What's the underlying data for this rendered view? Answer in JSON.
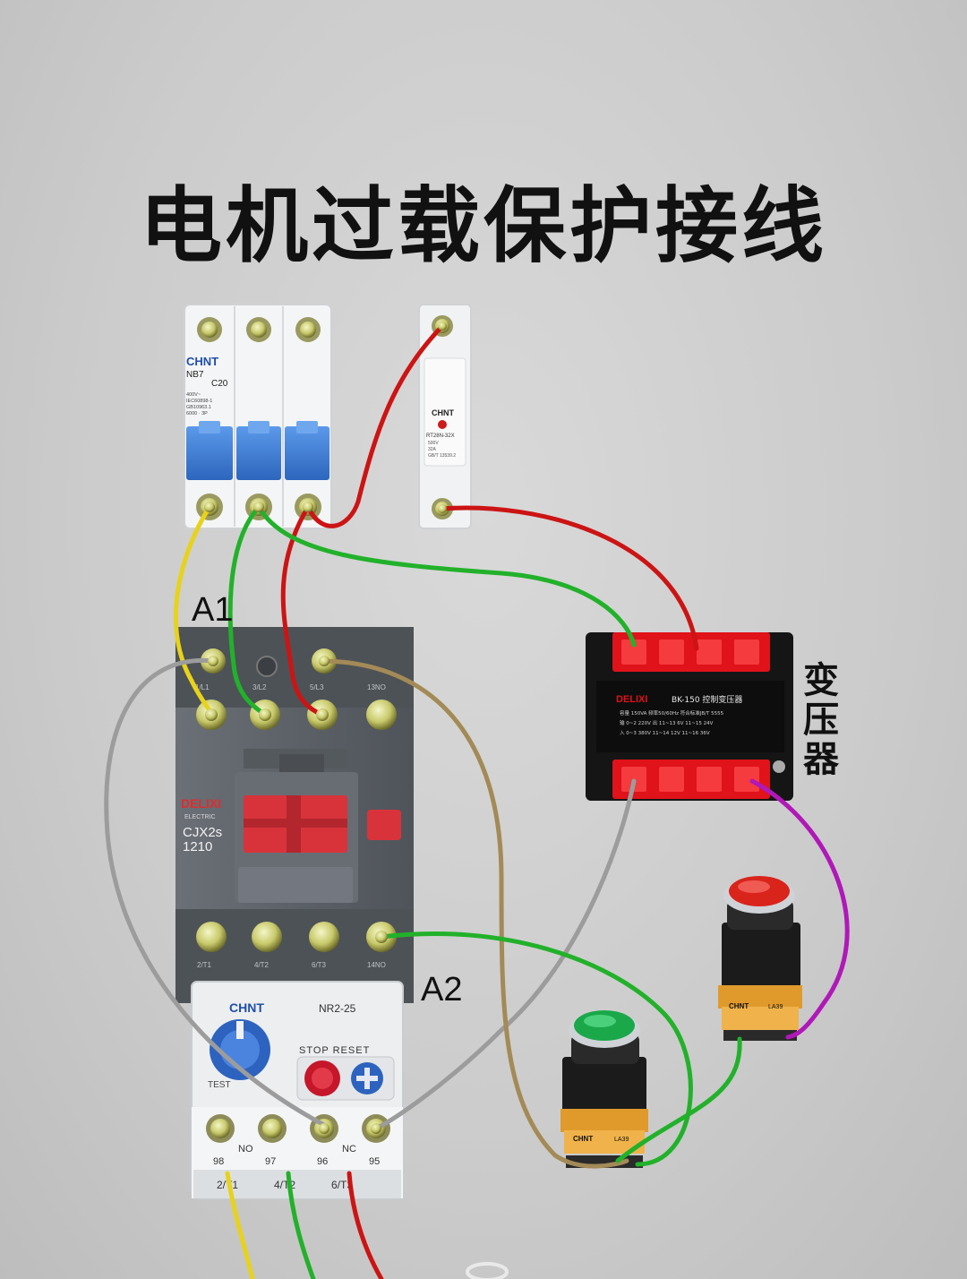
{
  "title": "电机过载保护接线",
  "labels": {
    "a1": "A1",
    "a2": "A2",
    "transformer": [
      "变",
      "压",
      "器"
    ]
  },
  "breaker": {
    "brand": "CHNT",
    "model": "NB7",
    "rating": "C20",
    "spec_lines": [
      "400V~",
      "IEC60898-1",
      "GB10963.1",
      "6000 · 3P"
    ]
  },
  "fuse": {
    "brand": "CHNT",
    "model": "RT28N-32X",
    "spec_lines": [
      "500V",
      "32A",
      "GB/T 13539.2"
    ]
  },
  "contactor": {
    "brand": "DELIXI",
    "sub": "ELECTRIC",
    "model": "CJX2s",
    "number": "1210",
    "top_terminals": [
      "1/L1",
      "3/L2",
      "5/L3",
      "13NO"
    ],
    "bottom_terminals": [
      "2/T1",
      "4/T2",
      "6/T3",
      "14NO"
    ]
  },
  "relay": {
    "brand": "CHNT",
    "model": "NR2-25",
    "stop_reset": "STOP RESET",
    "test": "TEST",
    "no_label": "NO",
    "nc_label": "NC",
    "contact_numbers": [
      "98",
      "97",
      "96",
      "95"
    ],
    "out_terminals": [
      "2/T1",
      "4/T2",
      "6/T3"
    ]
  },
  "transformer": {
    "brand": "DELIXI",
    "model": "BK-150 控制变压器",
    "spec_lines": [
      "容量 150VA  频率50/60Hz  符合标准JB/T 5555",
      "输 0~2 220V   出 11~13 6V   11~15 24V",
      "入 0~3 380V      11~14 12V  11~16 36V"
    ]
  },
  "buttons": {
    "start": {
      "brand": "CHNT",
      "model": "LA39",
      "color": "#1aa84a"
    },
    "stop": {
      "brand": "CHNT",
      "model": "LA39",
      "color": "#d9241c"
    }
  },
  "colors": {
    "wire_yellow": "#e8d21a",
    "wire_green": "#22b12a",
    "wire_red": "#cc1414",
    "wire_gray": "#9c9c9c",
    "wire_tan": "#a38a56",
    "wire_purple": "#b018b8",
    "breaker_blue": "#3b7fd8",
    "contactor_gray": "#5d6268",
    "transformer_red": "#e0121a"
  }
}
